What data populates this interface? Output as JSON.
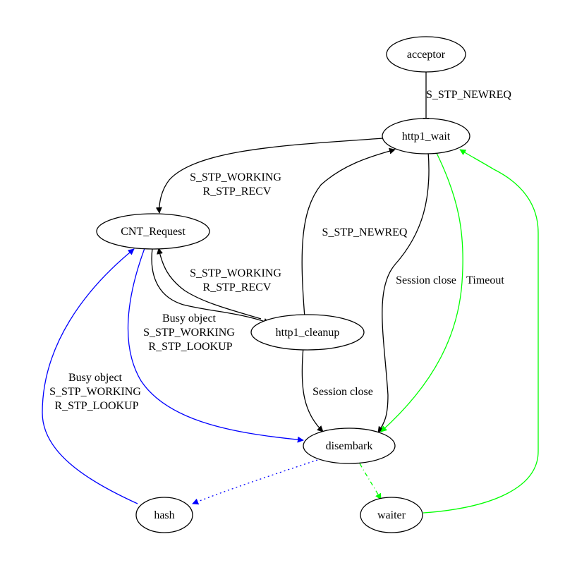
{
  "colors": {
    "black": "#000000",
    "green": "#00ff00",
    "blue": "#0000ff"
  },
  "nodes": {
    "acceptor": "acceptor",
    "http1_wait": "http1_wait",
    "cnt_request": "CNT_Request",
    "http1_cleanup": "http1_cleanup",
    "disembark": "disembark",
    "hash": "hash",
    "waiter": "waiter"
  },
  "edges": {
    "acceptor_to_wait": [
      "S_STP_NEWREQ"
    ],
    "wait_to_cnt": [
      "S_STP_WORKING",
      "R_STP_RECV"
    ],
    "cleanup_to_wait": [
      "S_STP_NEWREQ"
    ],
    "cleanup_to_cnt": [
      "S_STP_WORKING",
      "R_STP_RECV"
    ],
    "wait_to_disembark": [
      "Session close"
    ],
    "wait_timeout": [
      "Timeout"
    ],
    "cnt_to_disembark": [
      "Busy object",
      "S_STP_WORKING",
      "R_STP_LOOKUP"
    ],
    "hash_to_cnt": [
      "Busy object",
      "S_STP_WORKING",
      "R_STP_LOOKUP"
    ],
    "cleanup_to_disembark": [
      "Session close"
    ]
  }
}
